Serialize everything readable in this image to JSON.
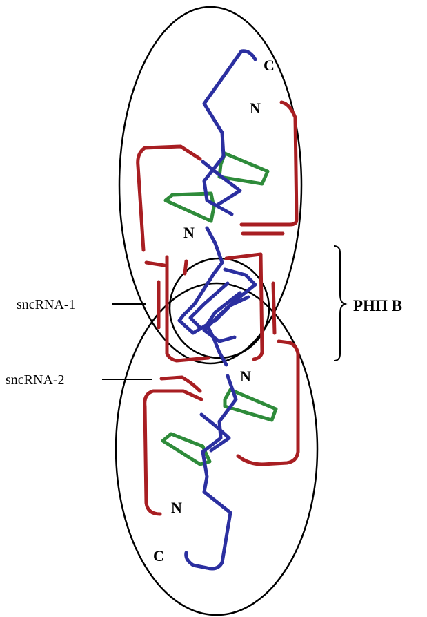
{
  "labels": {
    "c_top": "C",
    "n_top": "N",
    "n_mid_upper": "N",
    "n_mid_lower": "N",
    "n_bottom": "N",
    "c_bottom": "C",
    "sncrna_1": "sncRNA-1",
    "sncrna_2": "sncRNA-2",
    "rnp_b": "РНП В"
  },
  "colors": {
    "outline": "#000000",
    "blue_chain": "#2b2fa0",
    "red_chain": "#a81e22",
    "green_sheet": "#2e8b3a"
  }
}
